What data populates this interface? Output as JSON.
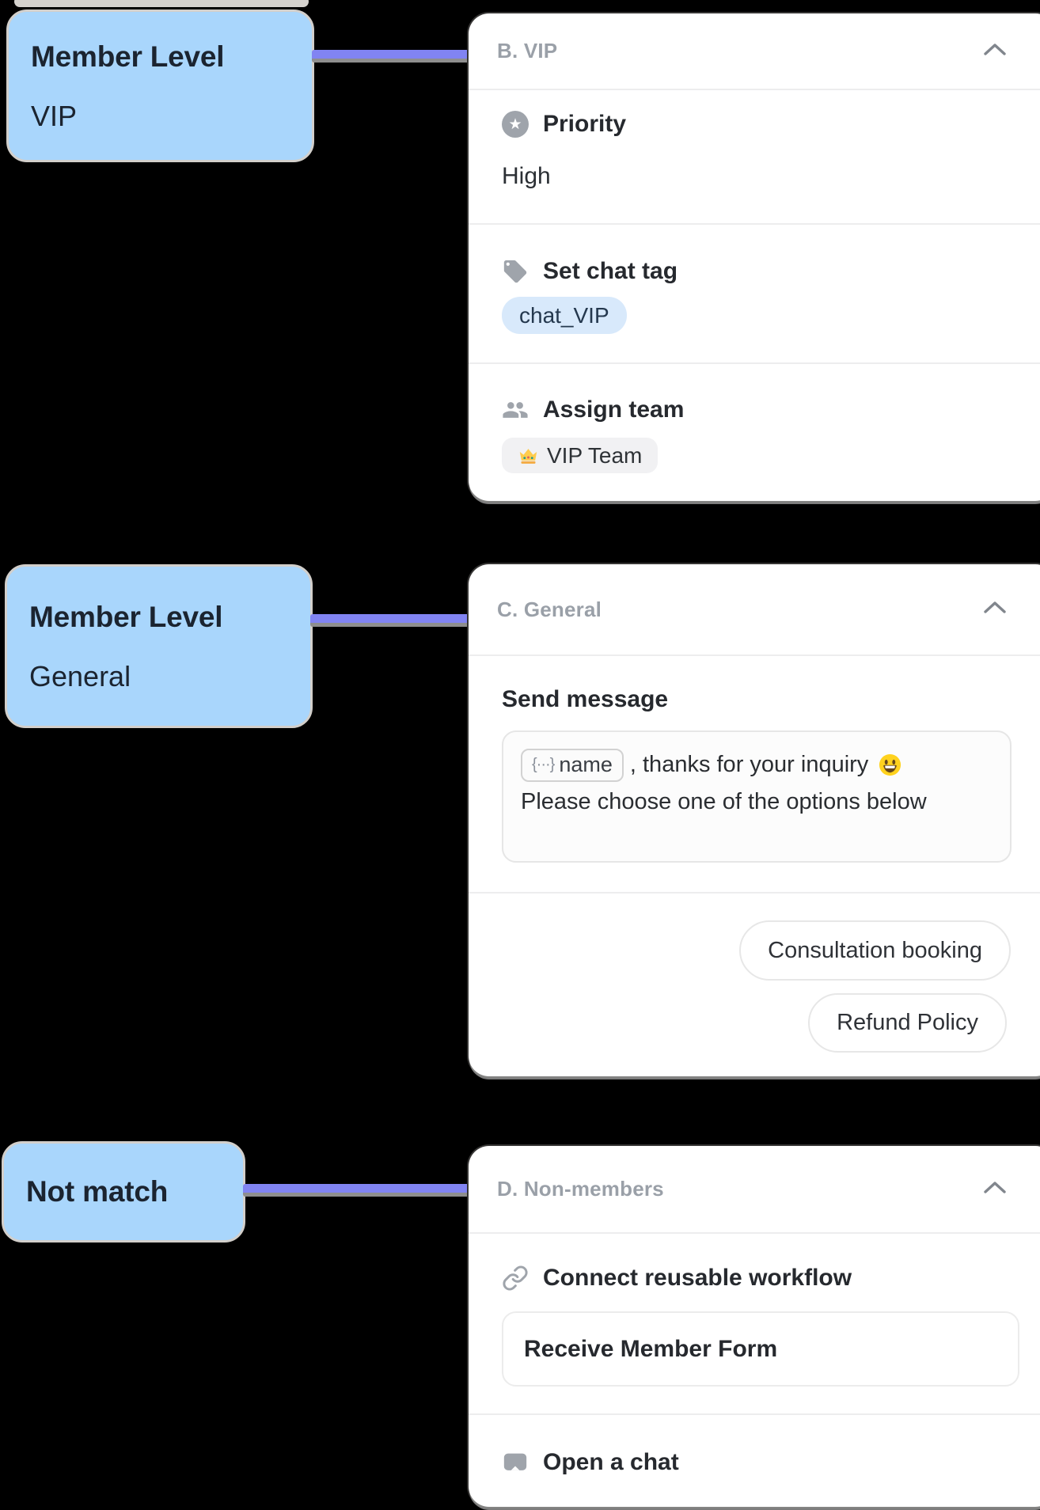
{
  "colors": {
    "accent_purple": "#8184F2",
    "label_blue": "#A9D6FC",
    "tag_blue": "#D8E9FB",
    "pill_gray": "#F1F1F3",
    "card_bg": "#FFFFFF",
    "header_gray": "#9AA0A8"
  },
  "labels": [
    {
      "title": "Member Level",
      "subtitle": "VIP"
    },
    {
      "title": "Member Level",
      "subtitle": "General"
    },
    {
      "title": "Not match"
    }
  ],
  "cards": [
    {
      "header": "B. VIP",
      "sections": [
        {
          "label": "Priority",
          "value": "High"
        },
        {
          "label": "Set chat tag",
          "tag": "chat_VIP"
        },
        {
          "label": "Assign team",
          "team": "VIP Team"
        }
      ]
    },
    {
      "header": "C. General",
      "send_label": "Send message",
      "message": {
        "token": "name",
        "token_braces": "{···}",
        "line1": ", thanks for your inquiry",
        "line2": "Please choose one of the options below"
      },
      "buttons": [
        "Consultation booking",
        "Refund Policy"
      ]
    },
    {
      "header": "D. Non-members",
      "connect_label": "Connect reusable workflow",
      "workflow_name": "Receive Member Form",
      "open_chat_label": "Open a chat"
    }
  ],
  "icons": {
    "star": "★"
  }
}
